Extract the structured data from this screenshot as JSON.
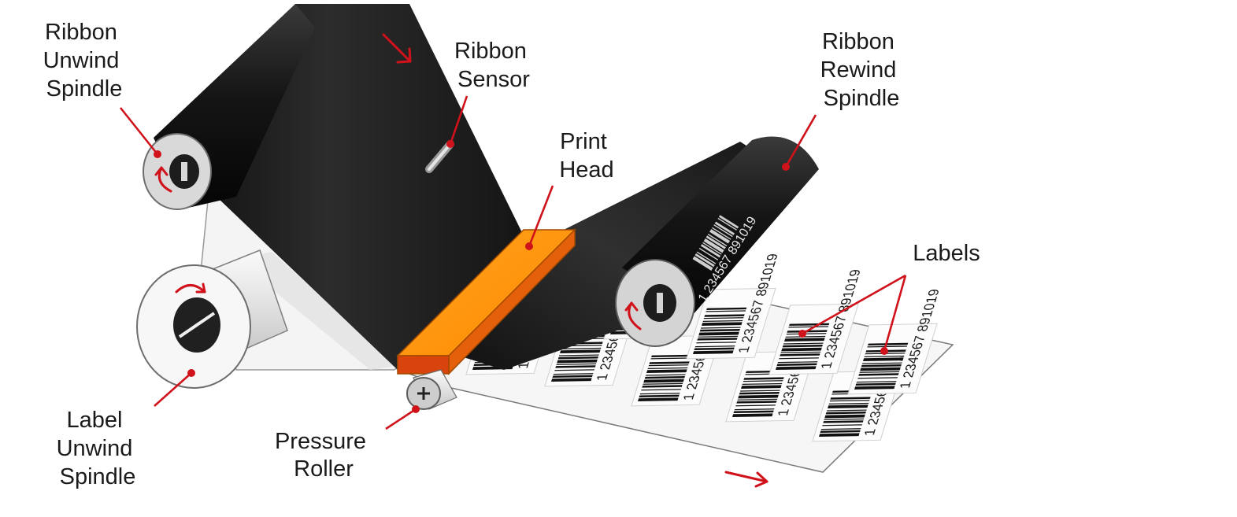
{
  "labels": {
    "ribbon_unwind": [
      "Ribbon",
      "Unwind",
      "Spindle"
    ],
    "ribbon_sensor": [
      "Ribbon",
      "Sensor"
    ],
    "print_head": [
      "Print",
      "Head"
    ],
    "ribbon_rewind": [
      "Ribbon",
      "Rewind",
      "Spindle"
    ],
    "labels": [
      "Labels"
    ],
    "label_unwind": [
      "Label",
      "Unwind",
      "Spindle"
    ],
    "pressure_roller": [
      "Pressure",
      "Roller"
    ]
  },
  "barcode_number": "1 234567 891019",
  "colors": {
    "accent": "#d0121b",
    "print_head": "#ff8c00",
    "ribbon": "#1c1c1c"
  }
}
